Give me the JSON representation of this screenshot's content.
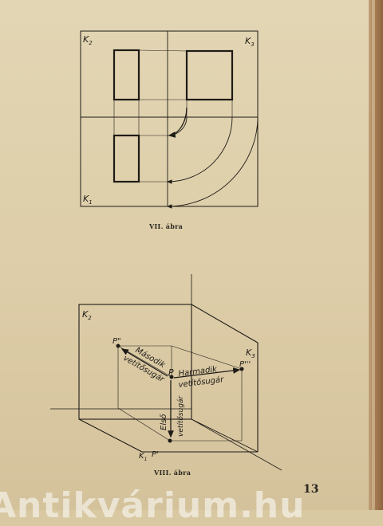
{
  "figure7": {
    "caption": "VII. ábra",
    "labels": {
      "k2": "K",
      "k2_sub": "2",
      "k3": "K",
      "k3_sub": "3",
      "k1": "K",
      "k1_sub": "1"
    }
  },
  "figure8": {
    "caption": "VIII. ábra",
    "labels": {
      "k2": "K",
      "k2_sub": "2",
      "k3": "K",
      "k3_sub": "3",
      "k1": "K",
      "k1_sub": "1",
      "p_double": "P\"",
      "p_triple": "P'''",
      "p": "P",
      "p_single": "P'",
      "masodik": "Második",
      "masodik_vetito": "vetítősugár",
      "harmadik": "Harmadik",
      "harmadik_vetito": "vetítősugár",
      "elso": "Első",
      "elso_vetito": "vetítősugár"
    }
  },
  "page_number": "13",
  "watermark": "Antikvárium.hu",
  "colors": {
    "ink": "#1e1b17",
    "paper": "#e3d6b4",
    "spine": "#a87e55"
  }
}
